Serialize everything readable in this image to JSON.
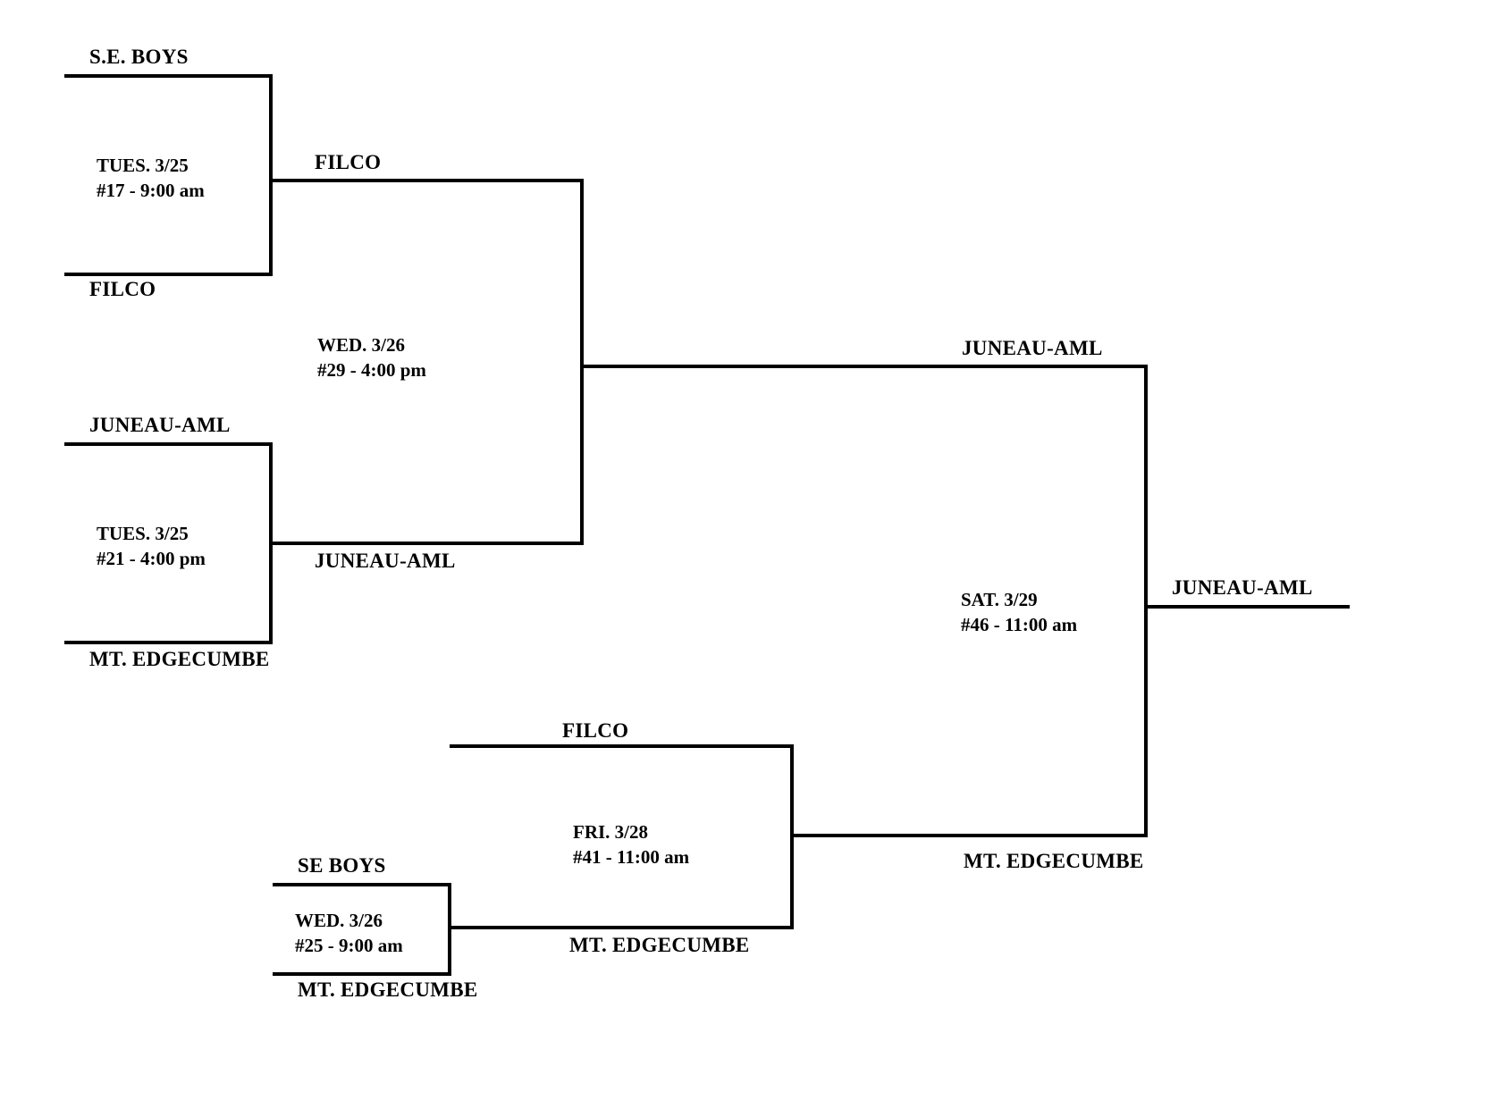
{
  "bracket": {
    "type": "single-elimination",
    "champion": "JUNEAU-AML",
    "colors": {
      "line": "#000000",
      "text": "#000000",
      "background": "#ffffff"
    },
    "games": [
      {
        "id": "game-17",
        "round": "quarterfinal",
        "top_team": "S.E. BOYS",
        "bottom_team": "FILCO",
        "date": "TUES. 3/25",
        "detail": "#17 - 9:00 am",
        "winner": "FILCO"
      },
      {
        "id": "game-21",
        "round": "quarterfinal",
        "top_team": "JUNEAU-AML",
        "bottom_team": "MT. EDGECUMBE",
        "date": "TUES. 3/25",
        "detail": "#21 - 4:00 pm",
        "winner": "JUNEAU-AML"
      },
      {
        "id": "game-29",
        "round": "semifinal",
        "top_team": "FILCO",
        "bottom_team": "JUNEAU-AML",
        "date": "WED. 3/26",
        "detail": "#29 - 4:00 pm",
        "winner": "JUNEAU-AML"
      },
      {
        "id": "game-25",
        "round": "consolation",
        "top_team": "SE BOYS",
        "bottom_team": "MT. EDGECUMBE",
        "date": "WED. 3/26",
        "detail": "#25 - 9:00 am",
        "winner": "MT. EDGECUMBE"
      },
      {
        "id": "game-41",
        "round": "consolation-final",
        "top_team": "FILCO",
        "bottom_team": "MT. EDGECUMBE",
        "date": "FRI. 3/28",
        "detail": "#41 - 11:00 am",
        "winner": "MT. EDGECUMBE"
      },
      {
        "id": "game-46",
        "round": "championship",
        "top_team": "JUNEAU-AML",
        "bottom_team": "MT. EDGECUMBE",
        "date": "SAT. 3/29",
        "detail": "#46 - 11:00 am",
        "winner": "JUNEAU-AML"
      }
    ]
  }
}
